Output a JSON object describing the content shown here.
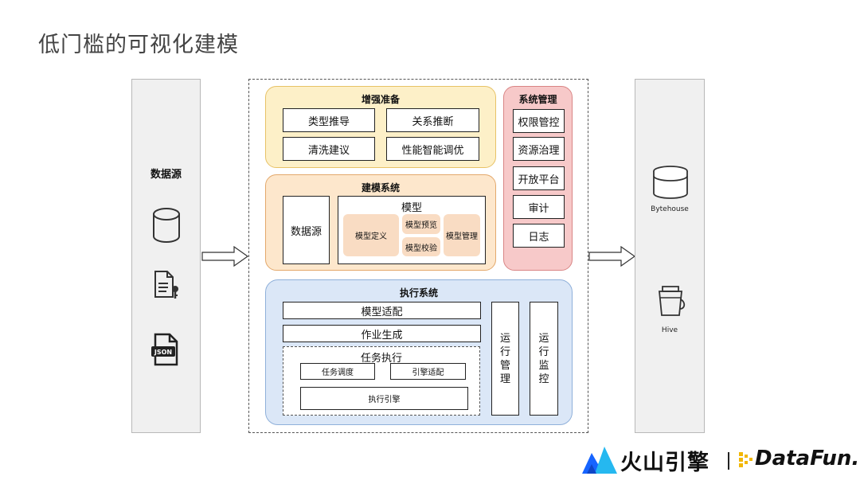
{
  "title": "低门槛的可视化建模",
  "left": {
    "label": "数据源",
    "icons": [
      "database-icon",
      "document-key-icon",
      "json-file-icon"
    ]
  },
  "enhance": {
    "title": "增强准备",
    "items": [
      "类型推导",
      "关系推断",
      "清洗建议",
      "性能智能调优"
    ]
  },
  "modeling": {
    "title": "建模系统",
    "datasource": "数据源",
    "model_title": "模型",
    "model_define": "模型定义",
    "model_preview": "模型预览",
    "model_check": "模型校验",
    "model_manage": "模型管理"
  },
  "sysmgmt": {
    "title": "系统管理",
    "items": [
      "权限管控",
      "资源治理",
      "开放平台",
      "审计",
      "日志"
    ]
  },
  "execution": {
    "title": "执行系统",
    "adapt": "模型适配",
    "generate": "作业生成",
    "task_title": "任务执行",
    "schedule": "任务调度",
    "engine_adapt": "引擎适配",
    "engine": "执行引擎",
    "run_manage": "运行管理",
    "run_monitor": "运行监控"
  },
  "right": {
    "bytehouse": "Bytehouse",
    "hive": "Hive"
  },
  "footer": {
    "brand": "火山引擎",
    "partner": "DataFun."
  },
  "colors": {
    "enhance_bg": "#fdf0c8",
    "enhance_border": "#e7c266",
    "modeling_bg": "#fde7cc",
    "modeling_border": "#e3a86b",
    "sys_bg": "#f7c9c9",
    "sys_border": "#d98585",
    "exec_bg": "#dbe7f7",
    "exec_border": "#8fb0da",
    "brand_blue": "#1664ff",
    "datafun_yellow": "#f2b705"
  }
}
